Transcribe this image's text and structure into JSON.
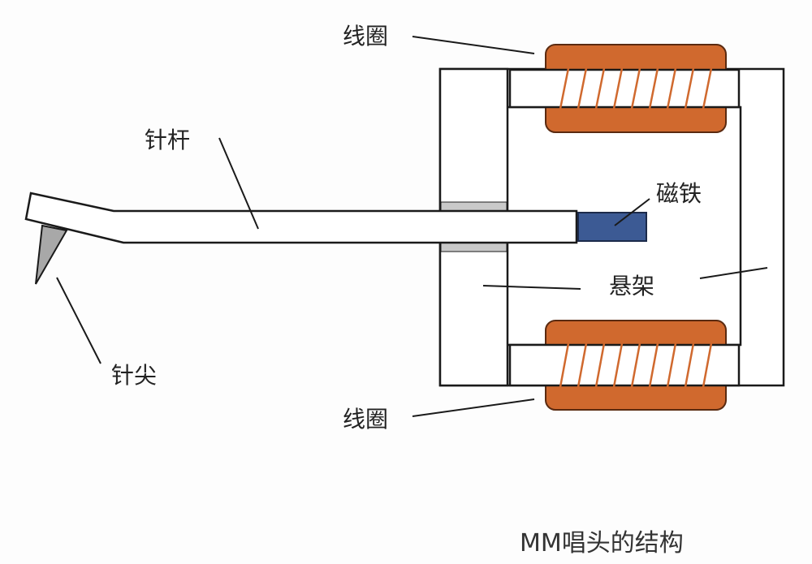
{
  "labels": {
    "coil_top": "线圈",
    "coil_bottom": "线圈",
    "cantilever": "针杆",
    "magnet": "磁铁",
    "suspension": "悬架",
    "stylus_tip": "针尖"
  },
  "caption": "MM唱头的结构",
  "colors": {
    "coil_fill": "#d0692e",
    "coil_stroke": "#5a2a10",
    "winding": "#d0692e",
    "magnet_fill": "#3c5a94",
    "magnet_stroke": "#1c2a4a",
    "suspension_fill": "#c9c9c9",
    "stylus_fill": "#a8a8a8",
    "line": "#1a1a1a"
  }
}
